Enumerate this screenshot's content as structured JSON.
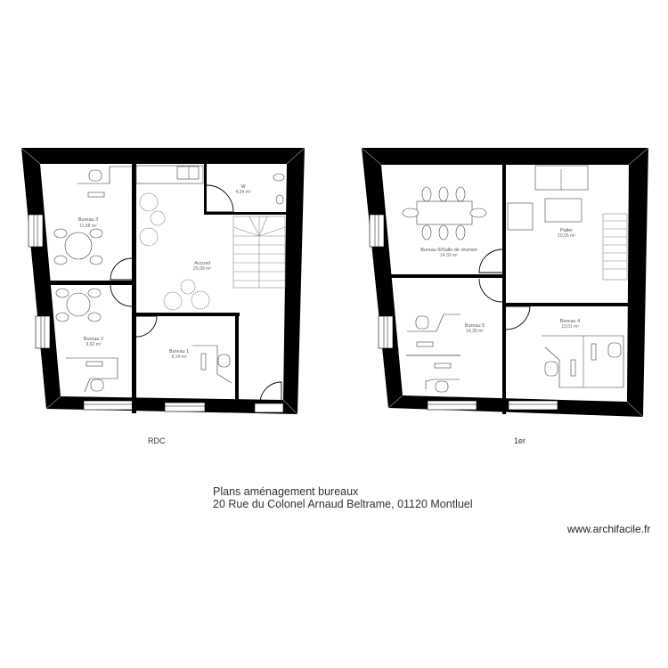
{
  "title": {
    "line1": "Plans aménagement bureaux",
    "line2": "20 Rue du Colonel Arnaud Beltrame, 01120 Montluel"
  },
  "watermark": "www.archifacile.fr",
  "levels": [
    {
      "name": "RDC",
      "rooms": [
        {
          "label": "Bureau 3",
          "area": "11,68 m²"
        },
        {
          "label": "W",
          "area": "4,34 m²"
        },
        {
          "label": "Accueil",
          "area": "25,09 m²"
        },
        {
          "label": "Bureau 2",
          "area": "9,92 m²"
        },
        {
          "label": "Bureau 1",
          "area": "9,14 m²"
        }
      ]
    },
    {
      "name": "1er",
      "rooms": [
        {
          "label": "Bureau 6/Salle de réunion",
          "area": "14,32 m²"
        },
        {
          "label": "Palier",
          "area": "19,05 m²"
        },
        {
          "label": "Bureau 5",
          "area": "14,35 m²"
        },
        {
          "label": "Bureau 4",
          "area": "13,01 m²"
        }
      ]
    }
  ],
  "colors": {
    "wall": "#000000",
    "background": "#ffffff",
    "text": "#333333"
  }
}
